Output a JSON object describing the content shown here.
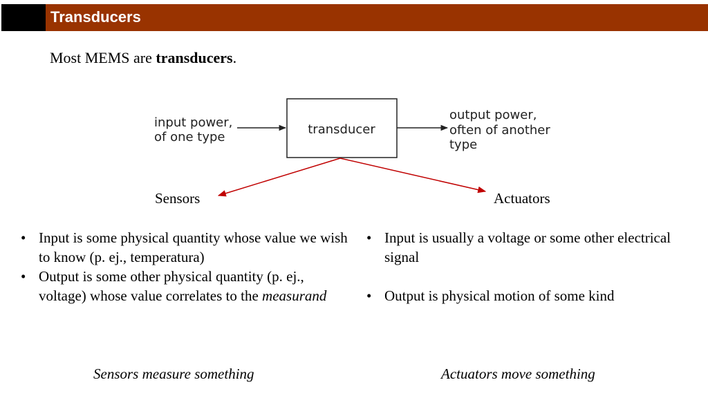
{
  "slide": {
    "title": "Transducers",
    "intro_prefix": "Most MEMS are ",
    "intro_bold": "transducers",
    "intro_suffix": "."
  },
  "diagram": {
    "input_line1": "input power,",
    "input_line2": "of one type",
    "box_label": "transducer",
    "output_line1": "output power,",
    "output_line2": "often of another",
    "output_line3": "type"
  },
  "sensors": {
    "label": "Sensors",
    "bullet1": "Input is some physical quantity whose value we wish to know (p. ej., temperatura)",
    "bullet2_main": "Output is some other physical quantity (p. ej., voltage) whose value correlates to the ",
    "bullet2_italic": "measurand",
    "caption": "Sensors measure something"
  },
  "actuators": {
    "label": "Actuators",
    "bullet1": "Input is usually a voltage or some other electrical signal",
    "bullet2": "Output is physical motion of some kind",
    "caption": "Actuators move something"
  },
  "colors": {
    "title_bar": "#993300",
    "arrow_red": "#c00000"
  }
}
